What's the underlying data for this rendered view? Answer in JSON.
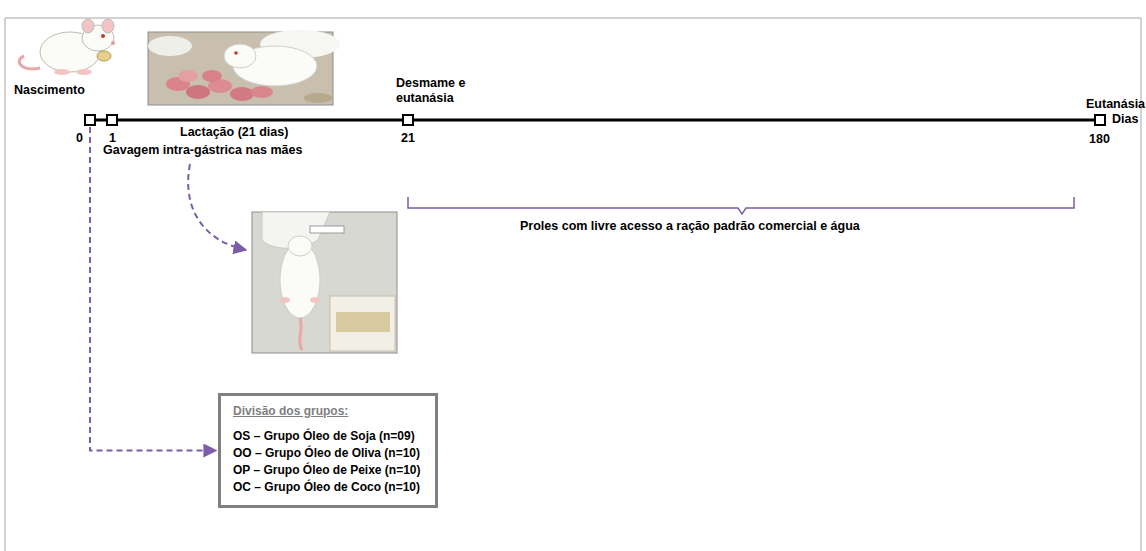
{
  "diagram": {
    "nodes": [
      {
        "text": [
          "Divisão dos grupos:",
          "OS – Grupo Óleo de Soja (n=09)",
          "OO – Grupo Óleo de Oliva (n=10)",
          "OP – Grupo Óleo de Peixe (n=10)",
          "OC – Grupo Óleo de Coco (n=10)"
        ]
      }
    ],
    "labels": [
      "Nascimento",
      "Desmame e eutanásia",
      "Eutanásia",
      "0",
      "1",
      "Lactação (21 dias)",
      "21",
      "Dias",
      "180",
      "Gavagem intra-gástrica nas mães",
      "Proles com livre acesso a ração padrão comercial e água"
    ]
  }
}
